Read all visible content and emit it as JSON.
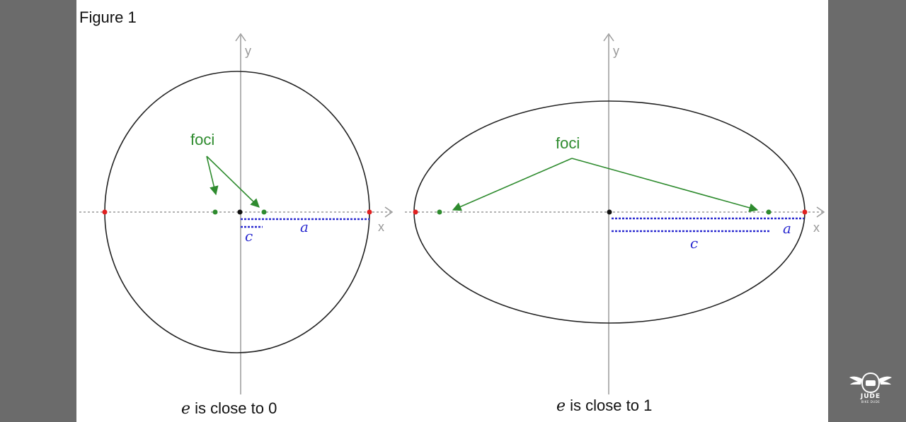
{
  "figure_title": "Figure 1",
  "left_diagram": {
    "axis_x_label": "x",
    "axis_y_label": "y",
    "foci_label": "foci",
    "a_label": "a",
    "c_label": "c",
    "caption_e": "e",
    "caption_rest": " is close to 0"
  },
  "right_diagram": {
    "axis_x_label": "x",
    "axis_y_label": "y",
    "foci_label": "foci",
    "a_label": "a",
    "c_label": "c",
    "caption_e": "e",
    "caption_rest": " is close to 1"
  },
  "colors": {
    "foci": "#2e8b2e",
    "dimension": "#2a2ad0",
    "vertex": "#e02020",
    "center": "#111111",
    "axis": "#999999",
    "background_frame": "#6b6b6b"
  },
  "watermark": {
    "icon": "helmet-wings-logo-icon",
    "name": "JUDE",
    "tagline": "BIKE DUDE"
  }
}
